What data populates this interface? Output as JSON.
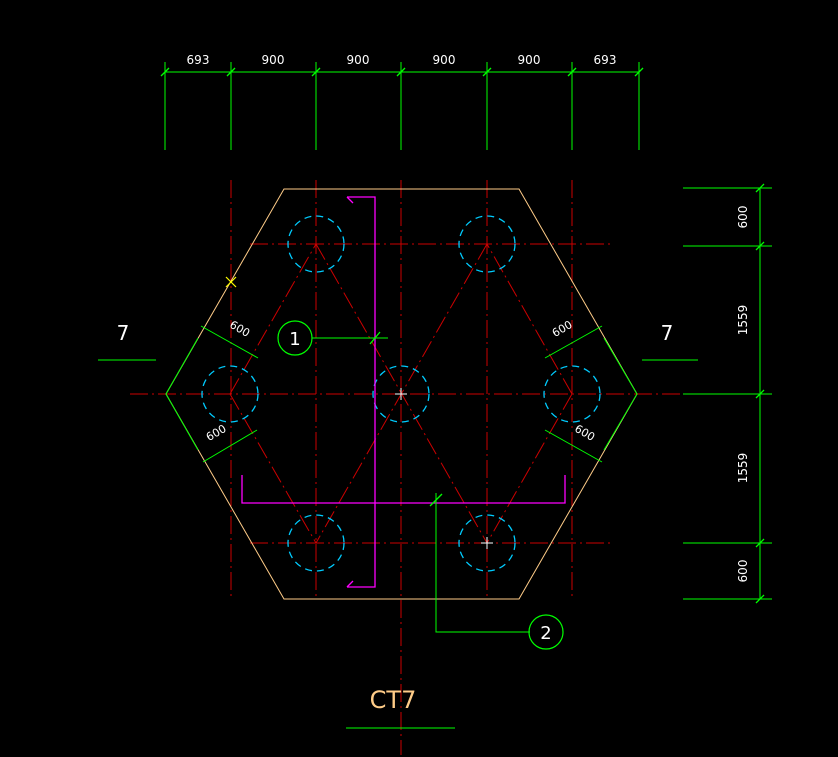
{
  "colors": {
    "background": "#000000",
    "dimension": "#00ff00",
    "outline": "#ffcc88",
    "axis": "#cc0000",
    "pile": "#00ccff",
    "rebar": "#ff00ff",
    "label": "#ffffff",
    "marker": "#ffff00"
  },
  "top_dims": [
    "693",
    "900",
    "900",
    "900",
    "900",
    "693"
  ],
  "right_dims": [
    "600",
    "1559",
    "1559",
    "600"
  ],
  "diag_dims": {
    "upper_left": "600",
    "lower_left": "600",
    "upper_right": "600",
    "lower_right": "600"
  },
  "section": {
    "left_label": "7",
    "right_label": "7"
  },
  "callouts": {
    "one": "1",
    "two": "2"
  },
  "drawing_title": "CT7"
}
